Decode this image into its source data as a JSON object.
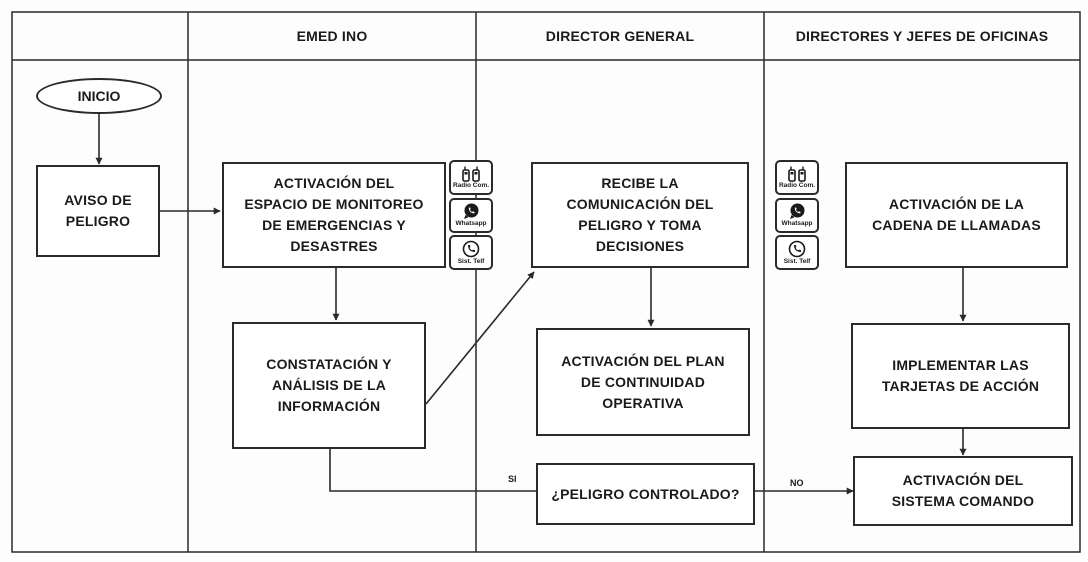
{
  "lanes": {
    "emed": "EMED INO",
    "director": "DIRECTOR GENERAL",
    "jefes": "DIRECTORES Y JEFES DE OFICINAS"
  },
  "nodes": {
    "inicio": "INICIO",
    "aviso": [
      "AVISO DE",
      "PELIGRO"
    ],
    "activacion_espacio": [
      "ACTIVACIÓN DEL",
      "ESPACIO DE MONITOREO",
      "DE EMERGENCIAS Y",
      "DESASTRES"
    ],
    "constatacion": [
      "CONSTATACIÓN Y",
      "ANÁLISIS DE LA",
      "INFORMACIÓN"
    ],
    "recibe": [
      "RECIBE LA",
      "COMUNICACIÓN DEL",
      "PELIGRO Y TOMA",
      "DECISIONES"
    ],
    "activacion_plan": [
      "ACTIVACIÓN DEL PLAN",
      "DE CONTINUIDAD",
      "OPERATIVA"
    ],
    "peligro_controlado": "¿PELIGRO CONTROLADO?",
    "activacion_cadena": [
      "ACTIVACIÓN DE LA",
      "CADENA DE LLAMADAS"
    ],
    "implementar": [
      "IMPLEMENTAR LAS",
      "TARJETAS DE ACCIÓN"
    ],
    "activacion_sistema": [
      "ACTIVACIÓN DEL",
      "SISTEMA COMANDO"
    ]
  },
  "edge_labels": {
    "si": "SI",
    "no": "NO"
  },
  "channels": [
    {
      "icon": "radio-icon",
      "label": "Radio Com."
    },
    {
      "icon": "whatsapp-icon",
      "label": "Whatsapp"
    },
    {
      "icon": "phone-icon",
      "label": "Sist. Telf"
    }
  ]
}
